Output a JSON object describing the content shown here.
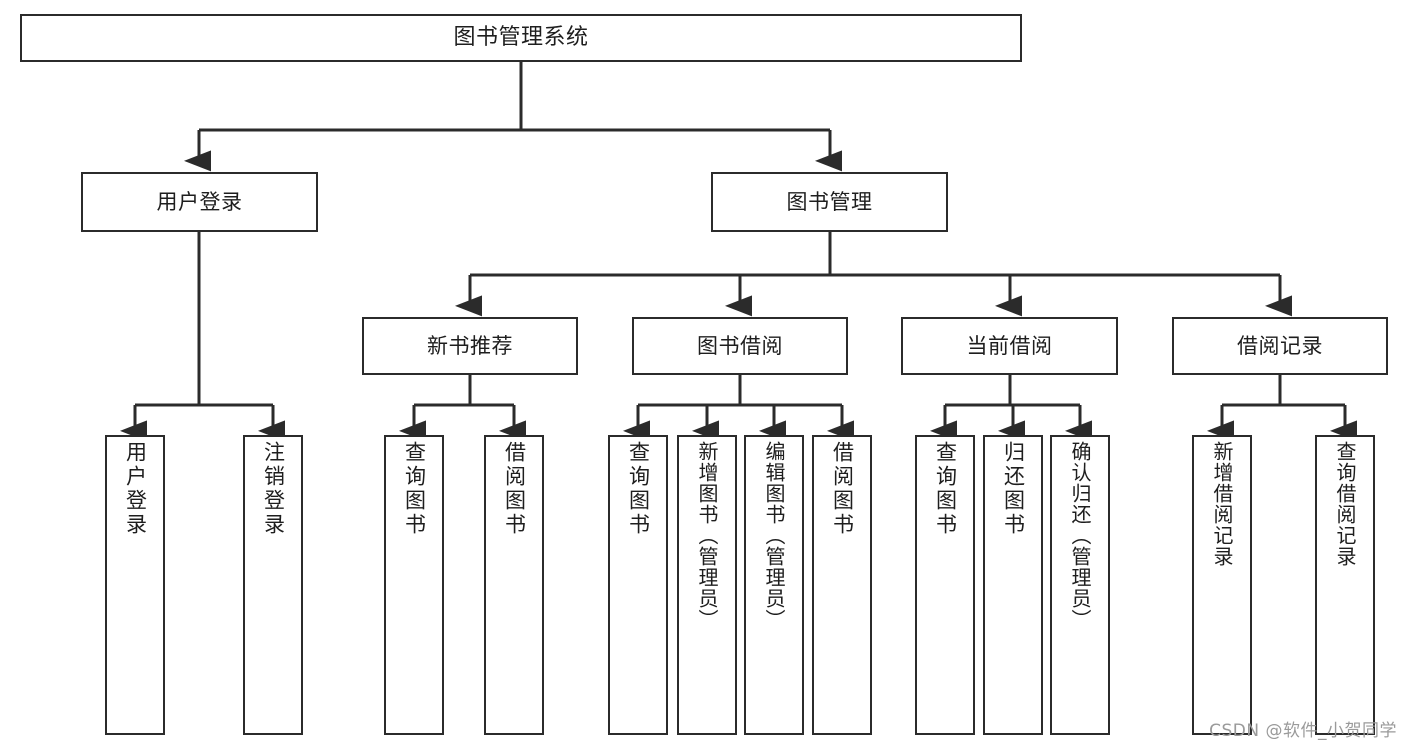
{
  "diagram": {
    "type": "tree-hierarchy-chart",
    "title": "图书管理系统",
    "watermark": "CSDN @软件_小贺同学",
    "colors": {
      "box_border": "#2b2b2b",
      "box_fill": "#ffffff",
      "connector": "#2b2b2b",
      "text": "#1e1e1e",
      "watermark": "#9a9a9a",
      "background": "#ffffff"
    },
    "root": {
      "label": "图书管理系统"
    },
    "level1": [
      {
        "label": "用户登录"
      },
      {
        "label": "图书管理"
      }
    ],
    "level2": [
      {
        "label": "新书推荐"
      },
      {
        "label": "图书借阅"
      },
      {
        "label": "当前借阅"
      },
      {
        "label": "借阅记录"
      }
    ],
    "leaves": {
      "user_login": [
        {
          "label": "用户登录"
        },
        {
          "label": "注销登录"
        }
      ],
      "new_book_recommend": [
        {
          "label": "查询图书"
        },
        {
          "label": "借阅图书"
        }
      ],
      "book_borrow": [
        {
          "label": "查询图书"
        },
        {
          "label": "新增图书（管理员）"
        },
        {
          "label": "编辑图书（管理员）"
        },
        {
          "label": "借阅图书"
        }
      ],
      "current_borrow": [
        {
          "label": "查询图书"
        },
        {
          "label": "归还图书"
        },
        {
          "label": "确认归还（管理员）"
        }
      ],
      "borrow_record": [
        {
          "label": "新增借阅记录"
        },
        {
          "label": "查询借阅记录"
        }
      ]
    }
  }
}
